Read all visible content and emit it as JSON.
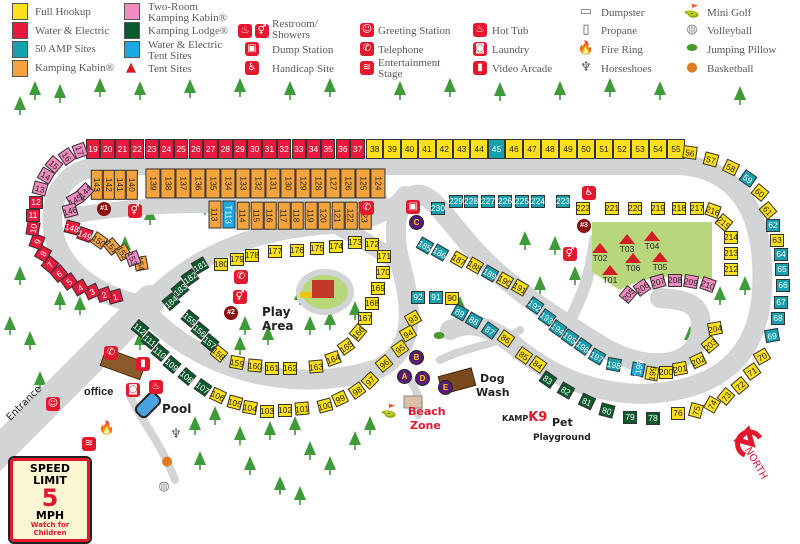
{
  "legend": {
    "site_types": [
      {
        "key": "full_hookup",
        "label": "Full Hookup",
        "color": "#FFE01B"
      },
      {
        "key": "water_electric",
        "label": "Water & Electric",
        "color": "#E8193C"
      },
      {
        "key": "amp50",
        "label": "50 AMP Sites",
        "color": "#17A0AE"
      },
      {
        "key": "kamping_kabin",
        "label": "Kamping Kabin®",
        "color": "#F5A33C"
      }
    ],
    "site_types_2": [
      {
        "key": "two_room_kabin",
        "label_1": "Two-Room",
        "label_2": "Kamping Kabin®",
        "color": "#F08CC0"
      },
      {
        "key": "kamping_lodge",
        "label_1": "Kamping Lodge®",
        "label_2": "",
        "color": "#0B5A2E"
      },
      {
        "key": "we_tent",
        "label_1": "Water & Electric",
        "label_2": "Tent Sites",
        "color": "#1CA8E0"
      },
      {
        "key": "tent",
        "label_1": "Tent Sites",
        "label_2": "",
        "color": "#D41D24"
      }
    ],
    "amenities_col1": [
      {
        "label_1": "Restroom/",
        "label_2": "Showers",
        "icon": "restroom-shower-icon"
      },
      {
        "label_1": "Dump Station",
        "label_2": "",
        "icon": "dump-station-icon"
      },
      {
        "label_1": "Handicap Site",
        "label_2": "",
        "icon": "handicap-icon"
      }
    ],
    "amenities_col2": [
      {
        "label_1": "Greeting Station",
        "label_2": "",
        "icon": "greeting-station-icon"
      },
      {
        "label_1": "Telephone",
        "label_2": "",
        "icon": "telephone-icon"
      },
      {
        "label_1": "Entertainment",
        "label_2": "Stage",
        "icon": "entertainment-stage-icon"
      }
    ],
    "amenities_col3": [
      {
        "label": "Hot Tub",
        "icon": "hot-tub-icon"
      },
      {
        "label": "Laundry",
        "icon": "laundry-icon"
      },
      {
        "label": "Video Arcade",
        "icon": "video-arcade-icon"
      }
    ],
    "amenities_col4": [
      {
        "label": "Dumpster",
        "icon": "dumpster-icon"
      },
      {
        "label": "Propane",
        "icon": "propane-icon"
      },
      {
        "label": "Fire Ring",
        "icon": "fire-ring-icon"
      },
      {
        "label": "Horseshoes",
        "icon": "horseshoes-icon"
      }
    ],
    "amenities_col5": [
      {
        "label": "Mini Golf",
        "icon": "mini-golf-icon"
      },
      {
        "label": "Volleyball",
        "icon": "volleyball-icon"
      },
      {
        "label": "Jumping Pillow",
        "icon": "jumping-pillow-icon"
      },
      {
        "label": "Basketball",
        "icon": "basketball-icon"
      }
    ]
  },
  "sites": {
    "full_hookup": [
      "38",
      "39",
      "40",
      "41",
      "42",
      "43",
      "44",
      "46",
      "47",
      "48",
      "49",
      "50",
      "51",
      "52",
      "53",
      "54",
      "55",
      "56",
      "57",
      "58",
      "60",
      "61",
      "63",
      "70",
      "71",
      "72",
      "73",
      "74",
      "75",
      "76",
      "84",
      "85",
      "86",
      "90",
      "93",
      "94",
      "95",
      "96",
      "97",
      "98",
      "99",
      "100",
      "101",
      "102",
      "103",
      "104",
      "105",
      "106",
      "158",
      "159",
      "160",
      "161",
      "162",
      "163",
      "164",
      "165",
      "166",
      "167",
      "168",
      "169",
      "170",
      "171",
      "172",
      "173",
      "174",
      "175",
      "176",
      "177",
      "178",
      "179",
      "180",
      "187",
      "188",
      "190",
      "191",
      "199",
      "200",
      "201",
      "202",
      "203",
      "204",
      "212",
      "213",
      "214",
      "215",
      "216",
      "217",
      "218",
      "219",
      "220",
      "221",
      "222"
    ],
    "water_electric": [
      "1",
      "2",
      "3",
      "4",
      "5",
      "6",
      "7",
      "8",
      "9",
      "10",
      "11",
      "12",
      "19",
      "20",
      "21",
      "22",
      "23",
      "24",
      "25",
      "26",
      "27",
      "28",
      "29",
      "30",
      "31",
      "32",
      "33",
      "34",
      "35",
      "36",
      "37",
      "148",
      "149"
    ],
    "amp50": [
      "45",
      "59",
      "62",
      "64",
      "65",
      "66",
      "67",
      "68",
      "69",
      "87",
      "88",
      "89",
      "91",
      "92",
      "185",
      "186",
      "189",
      "192",
      "193",
      "194",
      "195",
      "196",
      "197",
      "198",
      "223",
      "224",
      "225",
      "226",
      "227",
      "228",
      "229",
      "230"
    ],
    "kamping_kabin": [
      "113",
      "114",
      "115",
      "116",
      "117",
      "118",
      "119",
      "120",
      "121",
      "122",
      "123",
      "124",
      "125",
      "126",
      "127",
      "128",
      "129",
      "130",
      "131",
      "132",
      "133",
      "134",
      "135",
      "136",
      "137",
      "138",
      "139",
      "140",
      "141",
      "142",
      "143",
      "150",
      "151",
      "152",
      "154"
    ],
    "two_room_kabin": [
      "13",
      "14",
      "15",
      "16",
      "17",
      "144",
      "145",
      "146",
      "153",
      "205",
      "206",
      "207",
      "208",
      "209",
      "210"
    ],
    "kamping_lodge": [
      "78",
      "79",
      "80",
      "81",
      "82",
      "83",
      "107",
      "108",
      "109",
      "110",
      "111",
      "112",
      "155",
      "156",
      "157",
      "181",
      "182",
      "183",
      "184"
    ],
    "we_tent": [
      "T113",
      "T199"
    ],
    "tent": [
      "T01",
      "T02",
      "T03",
      "T04",
      "T05",
      "T06"
    ]
  },
  "map_labels": {
    "office": "office",
    "pool": "Pool",
    "play_area_1": "Play",
    "play_area_2": "Area",
    "entrance": "Entrance",
    "beach_zone_1": "Beach",
    "beach_zone_2": "Zone",
    "dog_wash_1": "Dog",
    "dog_wash_2": "Wash",
    "kamp_k9_1": "KAMP",
    "kamp_k9_2": "K9",
    "pet_1": "Pet",
    "pet_2": "Playground",
    "north": "NORTH"
  },
  "restroom_markers": [
    "#1",
    "#2",
    "#3"
  ],
  "letter_markers": [
    "A",
    "B",
    "C",
    "D",
    "E",
    "E"
  ],
  "speed_limit": {
    "line_1": "SPEED",
    "line_2": "LIMIT",
    "number": "5",
    "unit": "MPH",
    "note_1": "Watch for",
    "note_2": "Children"
  }
}
